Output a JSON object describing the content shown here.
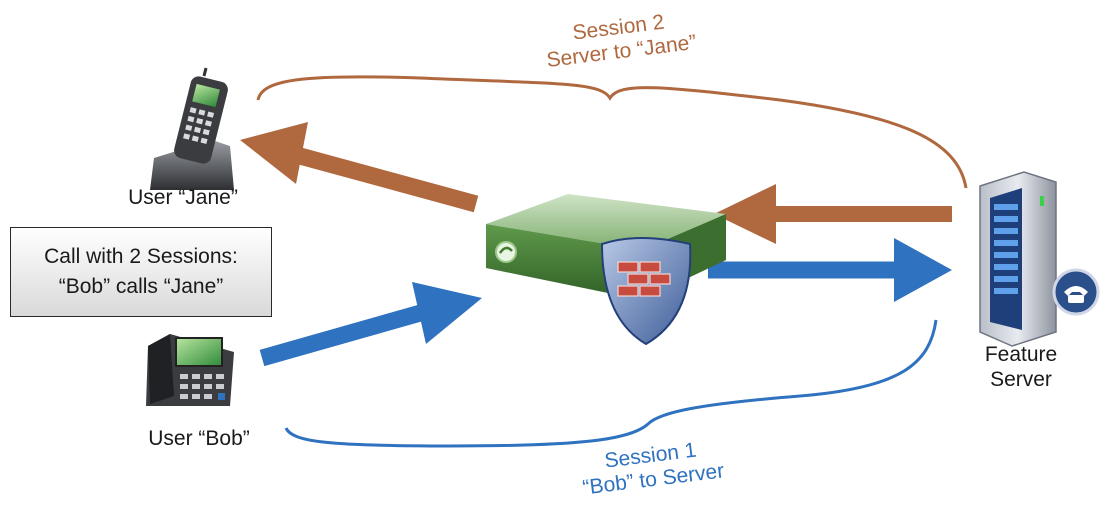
{
  "labels": {
    "jane": "User “Jane”",
    "bob": "User “Bob”",
    "server_line1": "Feature",
    "server_line2": "Server"
  },
  "callbox": {
    "line1": "Call with 2 Sessions:",
    "line2": "“Bob” calls “Jane”"
  },
  "session2": {
    "line1": "Session 2",
    "line2": "Server to “Jane”",
    "color": "#B0683F"
  },
  "session1": {
    "line1": "Session 1",
    "line2": "“Bob” to Server",
    "color": "#2F72BF"
  },
  "icons": [
    "desk-phone-icon",
    "ip-phone-icon",
    "firewall-router-icon",
    "server-tower-icon"
  ]
}
